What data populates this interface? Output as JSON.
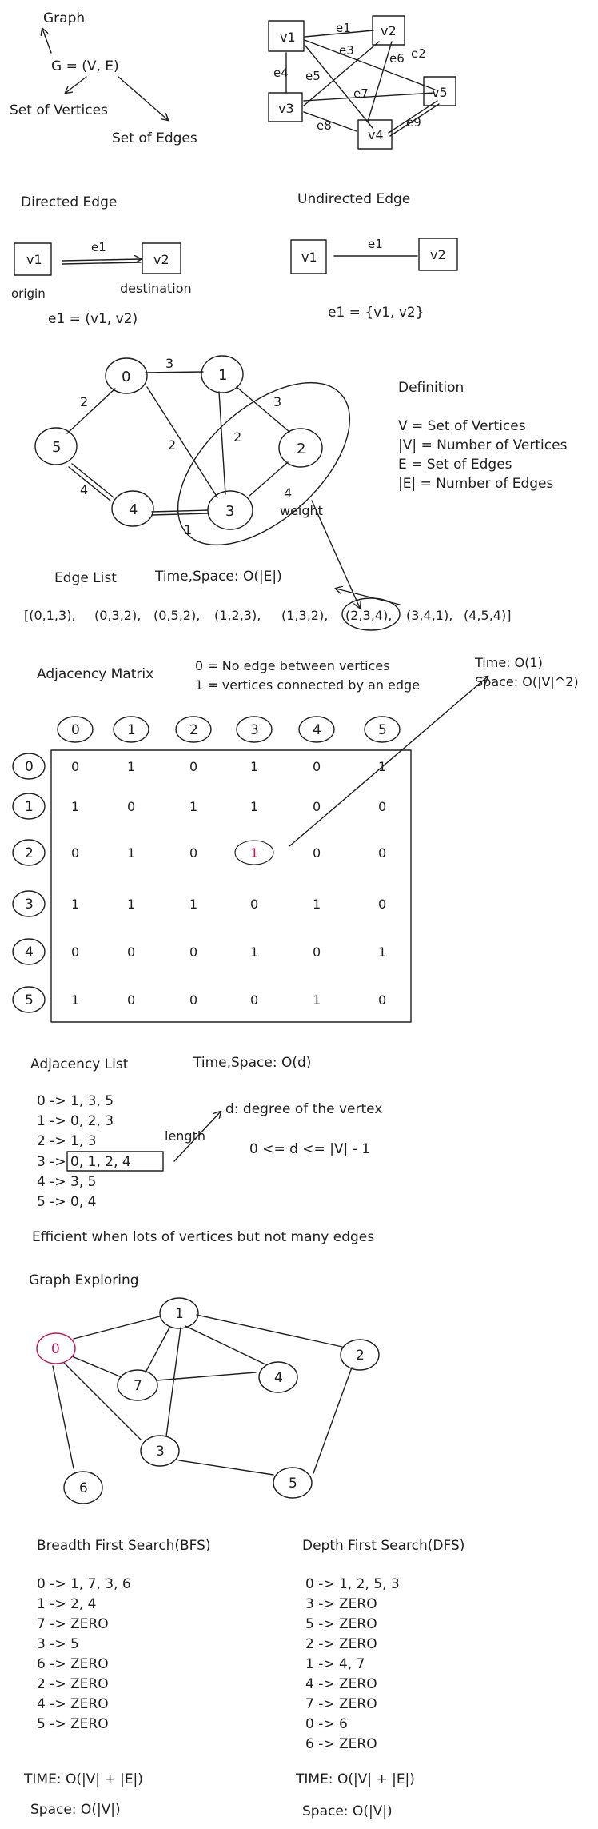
{
  "colors": {
    "ink": "#1e1e1e",
    "highlight": "#c2185b",
    "background": "#ffffff"
  },
  "section1": {
    "graph_label": "Graph",
    "definition": "G = (V, E)",
    "vertices_label": "Set of Vertices",
    "edges_label": "Set of Edges",
    "sample_graph": {
      "nodes": [
        "v1",
        "v2",
        "v3",
        "v4",
        "v5"
      ],
      "edges": [
        "e1",
        "e2",
        "e3",
        "e4",
        "e5",
        "e6",
        "e7",
        "e8",
        "e9"
      ]
    }
  },
  "section2": {
    "directed_title": "Directed Edge",
    "directed_from": "v1",
    "directed_to": "v2",
    "directed_edge": "e1",
    "origin_label": "origin",
    "destination_label": "destination",
    "directed_formula": "e1 = (v1, v2)",
    "undirected_title": "Undirected Edge",
    "undirected_from": "v1",
    "undirected_to": "v2",
    "undirected_edge": "e1",
    "undirected_formula": "e1 = {v1, v2}"
  },
  "section3": {
    "nodes": [
      "0",
      "1",
      "2",
      "3",
      "4",
      "5"
    ],
    "weights": [
      "3",
      "2",
      "2",
      "2",
      "3",
      "4",
      "4",
      "1"
    ],
    "weight_label": "weight",
    "definition_title": "Definition",
    "definitions": [
      "V = Set of Vertices",
      "|V| = Number of Vertices",
      "E = Set of Edges",
      "|E| = Number of Edges"
    ]
  },
  "edge_list": {
    "title": "Edge List",
    "complexity": "Time,Space: O(|E|)",
    "items": [
      "[(0,1,3),",
      "(0,3,2),",
      "(0,5,2),",
      "(1,2,3),",
      "(1,3,2),",
      "(2,3,4),",
      "(3,4,1),",
      "(4,5,4)]"
    ]
  },
  "adjacency_matrix": {
    "title": "Adjacency Matrix",
    "legend_zero": "0 = No edge between vertices",
    "legend_one": "1 = vertices connected by an edge",
    "time": "Time: O(1)",
    "space": "Space: O(|V|^2)",
    "headers": [
      "0",
      "1",
      "2",
      "3",
      "4",
      "5"
    ],
    "rows": [
      [
        "0",
        "1",
        "0",
        "1",
        "0",
        "1"
      ],
      [
        "1",
        "0",
        "1",
        "1",
        "0",
        "0"
      ],
      [
        "0",
        "1",
        "0",
        "1",
        "0",
        "0"
      ],
      [
        "1",
        "1",
        "1",
        "0",
        "1",
        "0"
      ],
      [
        "0",
        "0",
        "0",
        "1",
        "0",
        "1"
      ],
      [
        "1",
        "0",
        "0",
        "0",
        "1",
        "0"
      ]
    ]
  },
  "adjacency_list": {
    "title": "Adjacency List",
    "complexity": "Time,Space: O(d)",
    "lines": [
      "0 -> 1, 3, 5",
      "1 -> 0, 2, 3",
      "2 -> 1, 3",
      "3 -> 0, 1, 2, 4",
      "4 -> 3, 5",
      "5 -> 0, 4"
    ],
    "length_label": "length",
    "degree_label": "d: degree of the vertex",
    "bound": "0 <= d <= |V| - 1",
    "note": "Efficient when lots of vertices but not many edges"
  },
  "exploring": {
    "title": "Graph Exploring",
    "nodes": [
      "0",
      "1",
      "2",
      "3",
      "4",
      "5",
      "6",
      "7"
    ]
  },
  "bfs": {
    "title": "Breadth First Search(BFS)",
    "lines": [
      "0 -> 1, 7, 3, 6",
      "1 -> 2, 4",
      "7 -> ZERO",
      "3 -> 5",
      "6 -> ZERO",
      "2 -> ZERO",
      "4 -> ZERO",
      "5 -> ZERO"
    ],
    "time": "TIME: O(|V| + |E|)",
    "space": "Space: O(|V|)"
  },
  "dfs": {
    "title": "Depth First Search(DFS)",
    "lines": [
      "0 -> 1, 2, 5, 3",
      "3 -> ZERO",
      "5 -> ZERO",
      "2 -> ZERO",
      "1 -> 4, 7",
      "4 -> ZERO",
      "7 -> ZERO",
      "0 -> 6",
      "6 -> ZERO"
    ],
    "time": "TIME: O(|V| + |E|)",
    "space": "Space: O(|V|)"
  }
}
